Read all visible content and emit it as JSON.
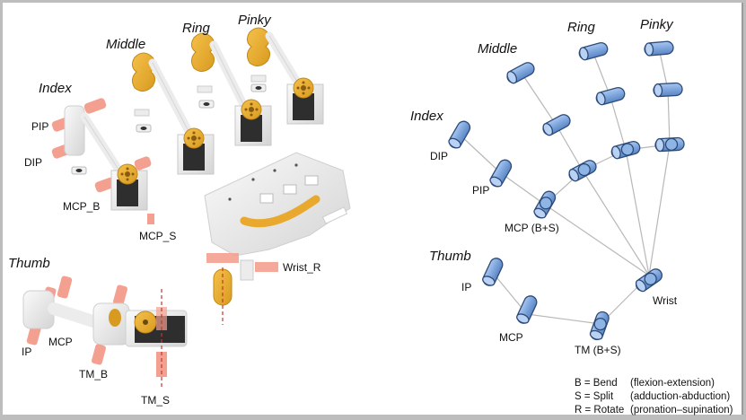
{
  "left_panel": {
    "finger_labels": {
      "index": "Index",
      "middle": "Middle",
      "ring": "Ring",
      "pinky": "Pinky",
      "thumb": "Thumb"
    },
    "joint_labels": {
      "pip": "PIP",
      "dip": "DIP",
      "mcp_b": "MCP_B",
      "mcp_s": "MCP_S",
      "wrist_r": "Wrist_R",
      "thumb_ip": "IP",
      "thumb_mcp": "MCP",
      "tm_b": "TM_B",
      "tm_s": "TM_S"
    },
    "colors": {
      "servo_horn": "#e8a92e",
      "joint_axis": "#f4a090",
      "printed_part": "#e8e8e8",
      "servo_body": "#2e2e2e"
    }
  },
  "right_panel": {
    "finger_labels": {
      "index": "Index",
      "middle": "Middle",
      "ring": "Ring",
      "pinky": "Pinky",
      "thumb": "Thumb"
    },
    "joint_labels": {
      "dip": "DIP",
      "pip": "PIP",
      "mcp": "MCP (B+S)",
      "wrist": "Wrist",
      "thumb_ip": "IP",
      "thumb_mcp": "MCP",
      "tm": "TM (B+S)"
    },
    "legend": [
      {
        "key": "B = Bend",
        "desc": "(flexion-extension)"
      },
      {
        "key": "S = Split",
        "desc": "(adduction-abduction)"
      },
      {
        "key": "R = Rotate",
        "desc": "(pronation–supination)"
      }
    ],
    "colors": {
      "joint_fill": "#7ea6dd",
      "joint_stroke": "#2c4a78",
      "link_line": "#b8b8b8"
    }
  }
}
